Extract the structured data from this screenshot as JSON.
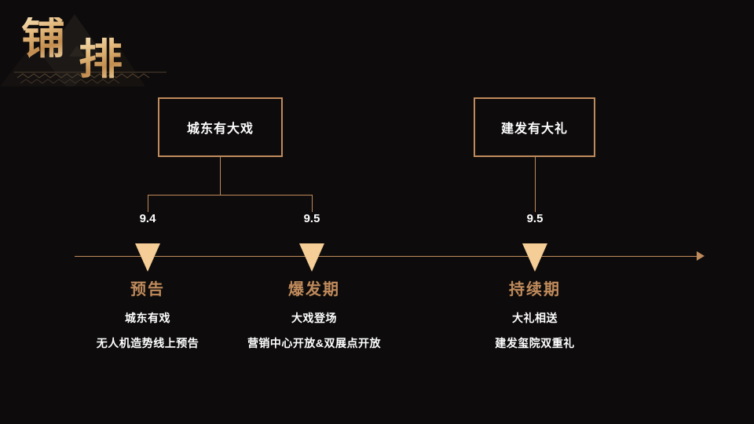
{
  "slide": {
    "background_color": "#0d0b0b",
    "accent_color": "#c08b5c",
    "marker_color": "#f5cd96",
    "title": {
      "char_1": "铺",
      "char_2": "排"
    }
  },
  "boxes": [
    {
      "id": "box-a",
      "label": "城东有大戏"
    },
    {
      "id": "box-b",
      "label": "建发有大礼"
    }
  ],
  "timeline": {
    "ticks": [
      {
        "date": "9.4"
      },
      {
        "date": "9.5"
      },
      {
        "date": "9.5"
      }
    ]
  },
  "phases": [
    {
      "heading": "预告",
      "line_1": "城东有戏",
      "line_2": "无人机造势线上预告"
    },
    {
      "heading": "爆发期",
      "line_1": "大戏登场",
      "line_2": "营销中心开放&双展点开放"
    },
    {
      "heading": "持续期",
      "line_1": "大礼相送",
      "line_2": "建发玺院双重礼"
    }
  ]
}
